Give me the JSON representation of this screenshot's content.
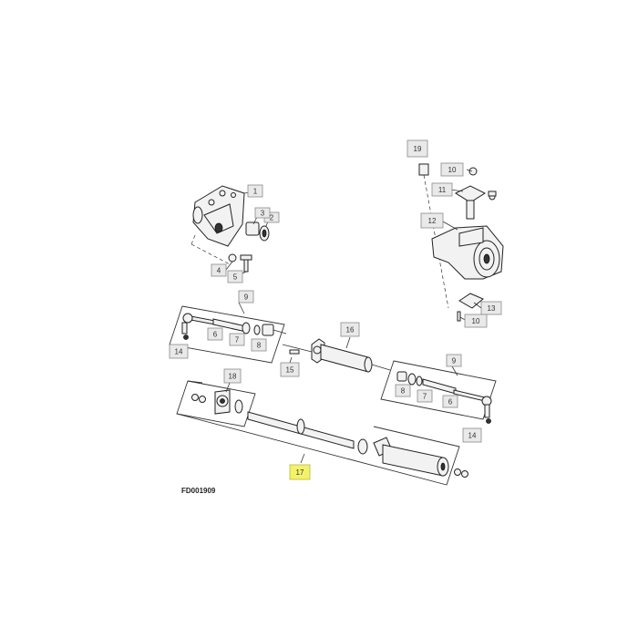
{
  "figure_id": "FD001909",
  "callouts": {
    "c1": "1",
    "c2": "2",
    "c3": "3",
    "c4": "4",
    "c5": "5",
    "c6a": "6",
    "c7a": "7",
    "c8a": "8",
    "c9a": "9",
    "c14a": "14",
    "c15": "15",
    "c16": "16",
    "c9b": "9",
    "c8b": "8",
    "c7b": "7",
    "c6b": "6",
    "c14b": "14",
    "c18": "18",
    "c17": "17",
    "c19": "19",
    "c10a": "10",
    "c11": "11",
    "c12": "12",
    "c13": "13",
    "c10b": "10"
  },
  "highlight_color": "#f3f36a"
}
